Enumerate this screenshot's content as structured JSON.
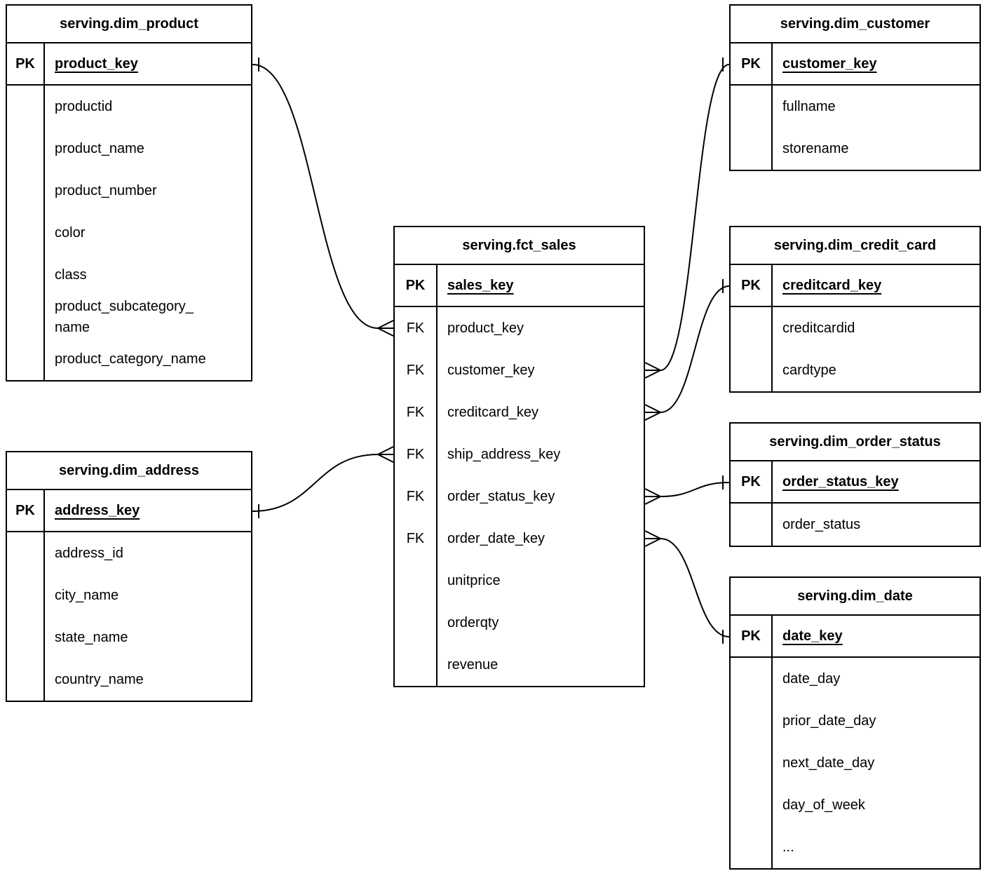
{
  "diagram": {
    "colors": {
      "line": "#000000",
      "background": "#ffffff",
      "text": "#000000"
    },
    "tables": [
      {
        "id": "dim_product",
        "title": "serving.dim_product",
        "rows": [
          {
            "key": "PK",
            "name": "product_key",
            "is_pk": true
          },
          {
            "key": "",
            "name": "productid"
          },
          {
            "key": "",
            "name": "product_name"
          },
          {
            "key": "",
            "name": "product_number"
          },
          {
            "key": "",
            "name": "color"
          },
          {
            "key": "",
            "name": "class"
          },
          {
            "key": "",
            "name": "product_subcategory_\nname"
          },
          {
            "key": "",
            "name": "product_category_name"
          }
        ]
      },
      {
        "id": "dim_address",
        "title": "serving.dim_address",
        "rows": [
          {
            "key": "PK",
            "name": "address_key",
            "is_pk": true
          },
          {
            "key": "",
            "name": "address_id"
          },
          {
            "key": "",
            "name": "city_name"
          },
          {
            "key": "",
            "name": "state_name"
          },
          {
            "key": "",
            "name": "country_name"
          }
        ]
      },
      {
        "id": "fct_sales",
        "title": "serving.fct_sales",
        "rows": [
          {
            "key": "PK",
            "name": "sales_key",
            "is_pk": true
          },
          {
            "key": "FK",
            "name": "product_key"
          },
          {
            "key": "FK",
            "name": "customer_key"
          },
          {
            "key": "FK",
            "name": "creditcard_key"
          },
          {
            "key": "FK",
            "name": "ship_address_key"
          },
          {
            "key": "FK",
            "name": "order_status_key"
          },
          {
            "key": "FK",
            "name": "order_date_key"
          },
          {
            "key": "",
            "name": "unitprice"
          },
          {
            "key": "",
            "name": "orderqty"
          },
          {
            "key": "",
            "name": "revenue"
          }
        ]
      },
      {
        "id": "dim_customer",
        "title": "serving.dim_customer",
        "rows": [
          {
            "key": "PK",
            "name": "customer_key",
            "is_pk": true
          },
          {
            "key": "",
            "name": "fullname"
          },
          {
            "key": "",
            "name": "storename"
          }
        ]
      },
      {
        "id": "dim_credit_card",
        "title": "serving.dim_credit_card",
        "rows": [
          {
            "key": "PK",
            "name": "creditcard_key",
            "is_pk": true
          },
          {
            "key": "",
            "name": "creditcardid"
          },
          {
            "key": "",
            "name": "cardtype"
          }
        ]
      },
      {
        "id": "dim_order_status",
        "title": "serving.dim_order_status",
        "rows": [
          {
            "key": "PK",
            "name": "order_status_key",
            "is_pk": true
          },
          {
            "key": "",
            "name": "order_status"
          }
        ]
      },
      {
        "id": "dim_date",
        "title": "serving.dim_date",
        "rows": [
          {
            "key": "PK",
            "name": "date_key",
            "is_pk": true
          },
          {
            "key": "",
            "name": "date_day"
          },
          {
            "key": "",
            "name": "prior_date_day"
          },
          {
            "key": "",
            "name": "next_date_day"
          },
          {
            "key": "",
            "name": "day_of_week"
          },
          {
            "key": "",
            "name": "..."
          }
        ]
      }
    ],
    "relations": [
      {
        "from_table": "fct_sales",
        "from_field": "product_key",
        "from_cardinality": "many",
        "to_table": "dim_product",
        "to_field": "product_key",
        "to_cardinality": "one"
      },
      {
        "from_table": "fct_sales",
        "from_field": "customer_key",
        "from_cardinality": "many",
        "to_table": "dim_customer",
        "to_field": "customer_key",
        "to_cardinality": "one"
      },
      {
        "from_table": "fct_sales",
        "from_field": "creditcard_key",
        "from_cardinality": "many",
        "to_table": "dim_credit_card",
        "to_field": "creditcard_key",
        "to_cardinality": "one"
      },
      {
        "from_table": "fct_sales",
        "from_field": "ship_address_key",
        "from_cardinality": "many",
        "to_table": "dim_address",
        "to_field": "address_key",
        "to_cardinality": "one"
      },
      {
        "from_table": "fct_sales",
        "from_field": "order_status_key",
        "from_cardinality": "many",
        "to_table": "dim_order_status",
        "to_field": "order_status_key",
        "to_cardinality": "one"
      },
      {
        "from_table": "fct_sales",
        "from_field": "order_date_key",
        "from_cardinality": "many",
        "to_table": "dim_date",
        "to_field": "date_key",
        "to_cardinality": "one"
      }
    ]
  }
}
